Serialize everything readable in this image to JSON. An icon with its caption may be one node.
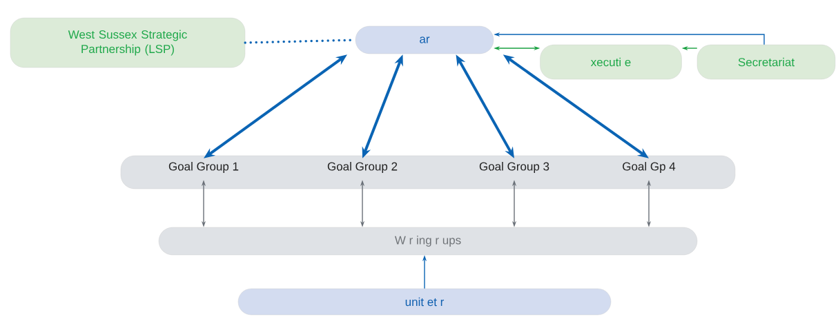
{
  "diagram": {
    "nodes": [
      {
        "text": [
          "West Sussex Strategic Partnership (LSP)"
        ]
      },
      {
        "text": [
          "ar"
        ]
      },
      {
        "text": [
          "xecuti e"
        ]
      },
      {
        "text": [
          "Secretariat"
        ]
      },
      {
        "text": [],
        "shape": "bar"
      },
      {
        "text": [
          "Goal Group 1"
        ],
        "in": 4
      },
      {
        "text": [
          "Goal Group 2"
        ],
        "in": 4
      },
      {
        "text": [
          "Goal Group 3"
        ],
        "in": 4
      },
      {
        "text": [
          "Goal Gp 4"
        ],
        "in": 4
      },
      {
        "text": [
          "W r ing r ups"
        ]
      },
      {
        "text": [
          "unit et r"
        ]
      }
    ],
    "edges": [
      {
        "from": 0,
        "to": 1,
        "arrow": "none",
        "style": "dashed"
      },
      {
        "from": 3,
        "to": 1,
        "arrow": "to"
      },
      {
        "from": 1,
        "to": 2,
        "arrow": "both",
        "color": "#18a040"
      },
      {
        "from": 3,
        "to": 2,
        "arrow": "to",
        "color": "#18a040"
      },
      {
        "from": 1,
        "to": 5,
        "arrow": "both",
        "style": "thick"
      },
      {
        "from": 1,
        "to": 6,
        "arrow": "both",
        "style": "thick"
      },
      {
        "from": 1,
        "to": 7,
        "arrow": "both",
        "style": "thick"
      },
      {
        "from": 1,
        "to": 8,
        "arrow": "both",
        "style": "thick"
      },
      {
        "from": 5,
        "to": 9,
        "arrow": "both",
        "color": "#6a7078"
      },
      {
        "from": 6,
        "to": 9,
        "arrow": "both",
        "color": "#6a7078"
      },
      {
        "from": 7,
        "to": 9,
        "arrow": "both",
        "color": "#6a7078"
      },
      {
        "from": 8,
        "to": 9,
        "arrow": "both",
        "color": "#6a7078"
      },
      {
        "from": 10,
        "to": 9,
        "arrow": "to"
      }
    ]
  }
}
